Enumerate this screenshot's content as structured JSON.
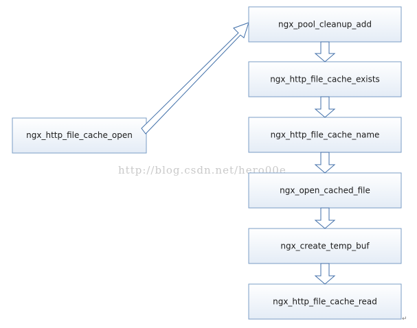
{
  "diagram": {
    "source": {
      "label": "ngx_http_file_cache_open"
    },
    "steps": [
      {
        "label": "ngx_pool_cleanup_add"
      },
      {
        "label": "ngx_http_file_cache_exists"
      },
      {
        "label": "ngx_http_file_cache_name"
      },
      {
        "label": "ngx_open_cached_file"
      },
      {
        "label": "ngx_create_temp_buf"
      },
      {
        "label": "ngx_http_file_cache_read"
      }
    ]
  },
  "watermark": {
    "text": "http://blog.csdn.net/hero00e"
  },
  "colors": {
    "box_border": "#7a9cc6",
    "box_fill_top": "#ffffff",
    "box_fill_bottom": "#e4ecf6",
    "arrow_stroke": "#3f6ea8",
    "arrow_fill": "#ffffff",
    "watermark": "#c9c9c9"
  }
}
